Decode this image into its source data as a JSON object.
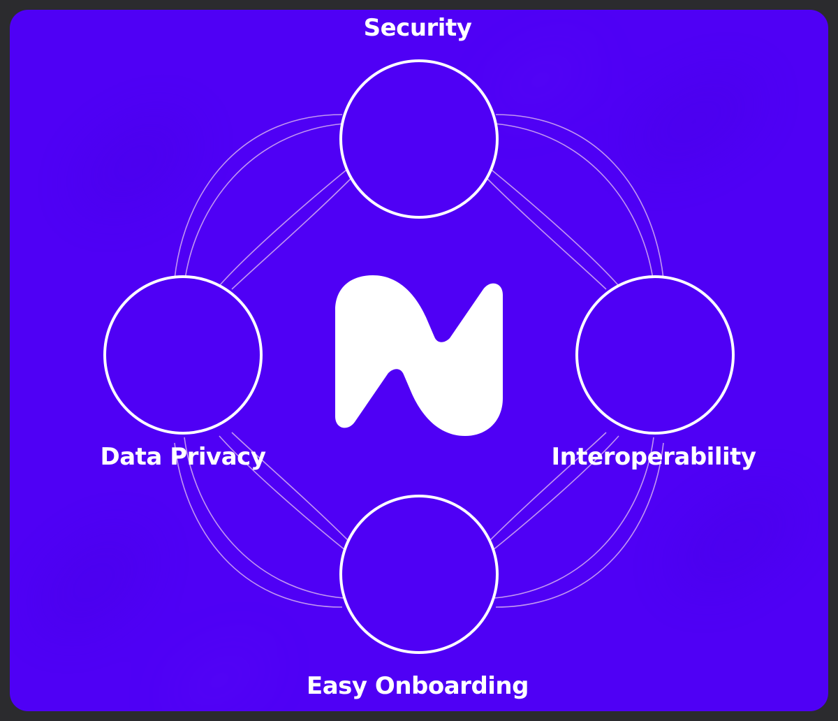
{
  "diagram": {
    "nodes": {
      "top": {
        "label": "Security"
      },
      "left": {
        "label": "Data Privacy"
      },
      "right": {
        "label": "Interoperability"
      },
      "bottom": {
        "label": "Easy Onboarding"
      }
    },
    "center_logo": {
      "icon": "brand-n-logo-icon"
    }
  },
  "colors": {
    "background": "#4f00f5",
    "outer_background": "#2b2b2e",
    "foreground": "#ffffff",
    "connector": "#e8c8f0"
  }
}
